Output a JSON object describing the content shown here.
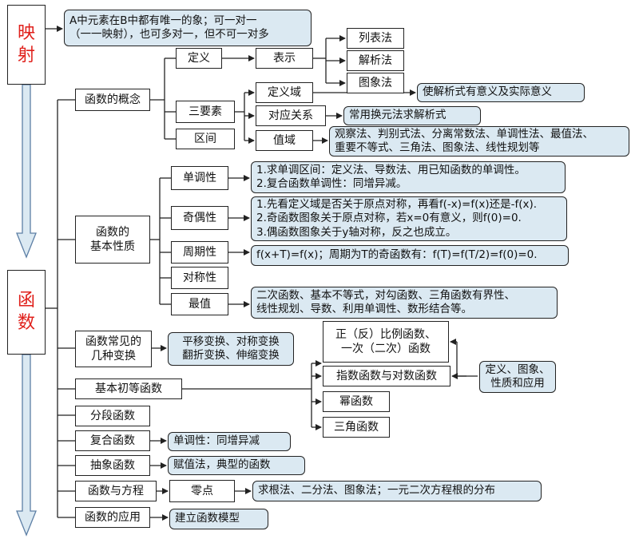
{
  "root": {
    "top": "映\n射",
    "bottom": "函\n数"
  },
  "mapping_note": "A中元素在B中都有唯一的象；可一对一\n（一一映射），也可多对一，但不可一对多",
  "concept": {
    "label": "函数的概念",
    "definition": "定义",
    "representation": "表示",
    "methods": [
      "列表法",
      "解析法",
      "图象法"
    ],
    "three_elements": "三要素",
    "domain": "定义域",
    "domain_note": "使解析式有意义及实际意义",
    "correspondence": "对应关系",
    "correspondence_note": "常用换元法求解析式",
    "range": "值域",
    "range_note": "观察法、判别式法、分离常数法、单调性法、最值法、\n重要不等式、三角法、图象法、线性规划等",
    "interval": "区间"
  },
  "basic_props": {
    "label": "函数的\n基本性质",
    "monotonic": "单调性",
    "monotonic_note": "1.求单调区间：定义法、导数法、用已知函数的单调性。\n2.复合函数单调性：同增异减。",
    "parity": "奇偶性",
    "parity_note": "1.先看定义域是否关于原点对称，再看f(-x)=f(x)还是-f(x).\n2.奇函数图象关于原点对称，若x=0有意义，则f(0)=0.\n3.偶函数图象关于y轴对称，反之也成立。",
    "period": "周期性",
    "period_note": "f(x+T)=f(x)；周期为T的奇函数有：f(T)=f(T/2)=f(0)=0.",
    "symmetry": "对称性",
    "extremum": "最值",
    "extremum_note": "二次函数、基本不等式，对勾函数、三角函数有界性、\n线性规划、导数、利用单调性、数形结合等。"
  },
  "transforms": {
    "label": "函数常见的\n几种变换",
    "note": "平移变换、对称变换\n翻折变换、伸缩变换"
  },
  "elementary": {
    "label": "基本初等函数",
    "items": [
      "正（反）比例函数、\n一次（二次）函数",
      "指数函数与对数函数",
      "幂函数",
      "三角函数"
    ],
    "note": "定义、图象、\n性质和应用"
  },
  "piecewise": {
    "label": "分段函数"
  },
  "composite": {
    "label": "复合函数",
    "note": "单调性：同增异减"
  },
  "abstract": {
    "label": "抽象函数",
    "note": "赋值法，典型的函数"
  },
  "equation": {
    "label": "函数与方程",
    "zero": "零点",
    "note": "求根法、二分法、图象法；一元二次方程根的分布"
  },
  "application": {
    "label": "函数的应用",
    "note": "建立函数模型"
  },
  "colors": {
    "note_fill": "#dbe9f2",
    "accent_red": "#e0201b",
    "arrow_fill": "#dbe9f2"
  }
}
